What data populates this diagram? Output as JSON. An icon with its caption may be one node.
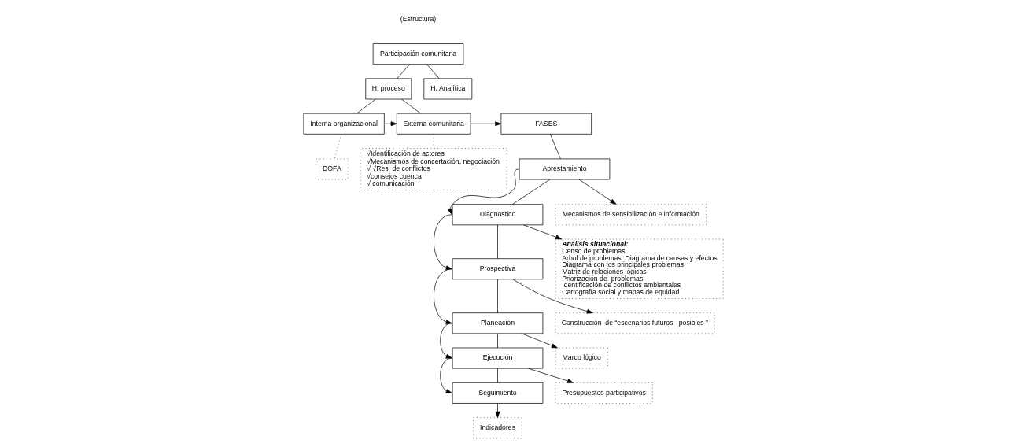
{
  "diagram": {
    "nodes": [
      {
        "text": [
          "Participación comunitaria"
        ]
      },
      {
        "text": [
          "H. proceso"
        ]
      },
      {
        "text": [
          "H. Analítica"
        ]
      },
      {
        "text": [
          "Interna organizacional"
        ]
      },
      {
        "text": [
          "Externa comunitaria"
        ]
      },
      {
        "text": [
          "DOFA"
        ]
      },
      {
        "text": [
          "√Identificación de actores",
          "√Mecanismos de concertación, negociación",
          "√ √Res. de conflictos",
          "√consejos cuenca",
          "√ comunicación"
        ]
      },
      {
        "text": [
          "FASES"
        ]
      },
      {
        "text": [
          "Aprestamiento"
        ]
      },
      {
        "text": [
          "Diagnostico"
        ]
      },
      {
        "text": [
          "Prospectiva"
        ]
      },
      {
        "text": [
          "Planeación"
        ]
      },
      {
        "text": [
          "Ejecución"
        ]
      },
      {
        "text": [
          "Seguimiento"
        ]
      },
      {
        "text": [
          "Mecanismos de sensibilización e información"
        ]
      },
      {
        "text": [
          "Análisis situacional:",
          "Censo de problemas",
          "Arbol de problemas: Diagrama de causas y efectos",
          "Diagrama con los principales problemas",
          "Matriz de relaciones lógicas",
          "Priorización de  problemas",
          "Identificación de conflictos ambientales",
          "Cartografía social y mapas de equidad"
        ]
      },
      {
        "text": [
          "Construcción  de “escenarios futuros   posibles ”"
        ]
      },
      {
        "text": [
          "Marco lógico"
        ]
      },
      {
        "text": [
          "Presupuestos participativos"
        ]
      },
      {
        "text": [
          "Indicadores"
        ]
      }
    ],
    "edges": [
      {
        "from": 0,
        "to": 1,
        "arrow": "none"
      },
      {
        "from": 0,
        "to": 2,
        "arrow": "none"
      },
      {
        "from": 1,
        "to": 3,
        "arrow": "none"
      },
      {
        "from": 1,
        "to": 4,
        "arrow": "none"
      },
      {
        "from": 3,
        "to": 4,
        "arrow": "to"
      },
      {
        "from": 4,
        "to": 7,
        "arrow": "to"
      },
      {
        "from": 3,
        "to": 5,
        "arrow": "none",
        "style": "dashed"
      },
      {
        "from": 4,
        "to": 6,
        "arrow": "none",
        "style": "dashed"
      },
      {
        "from": 7,
        "to": 8,
        "arrow": "none"
      },
      {
        "from": 8,
        "to": 9,
        "arrow": "none"
      },
      {
        "from": 9,
        "to": 10,
        "arrow": "none"
      },
      {
        "from": 10,
        "to": 11,
        "arrow": "none"
      },
      {
        "from": 11,
        "to": 12,
        "arrow": "none"
      },
      {
        "from": 12,
        "to": 13,
        "arrow": "none"
      },
      {
        "from": 8,
        "to": 9,
        "arrow": "to"
      },
      {
        "from": 9,
        "to": 10,
        "arrow": "to"
      },
      {
        "from": 10,
        "to": 11,
        "arrow": "to"
      },
      {
        "from": 11,
        "to": 12,
        "arrow": "to"
      },
      {
        "from": 12,
        "to": 13,
        "arrow": "to"
      },
      {
        "from": 8,
        "to": 14,
        "arrow": "to"
      },
      {
        "from": 9,
        "to": 15,
        "arrow": "to"
      },
      {
        "from": 10,
        "to": 16,
        "arrow": "to"
      },
      {
        "from": 11,
        "to": 17,
        "arrow": "to"
      },
      {
        "from": 12,
        "to": 18,
        "arrow": "to"
      },
      {
        "from": 13,
        "to": 19,
        "arrow": "to"
      }
    ],
    "labels": [
      "(Estructura)"
    ]
  }
}
